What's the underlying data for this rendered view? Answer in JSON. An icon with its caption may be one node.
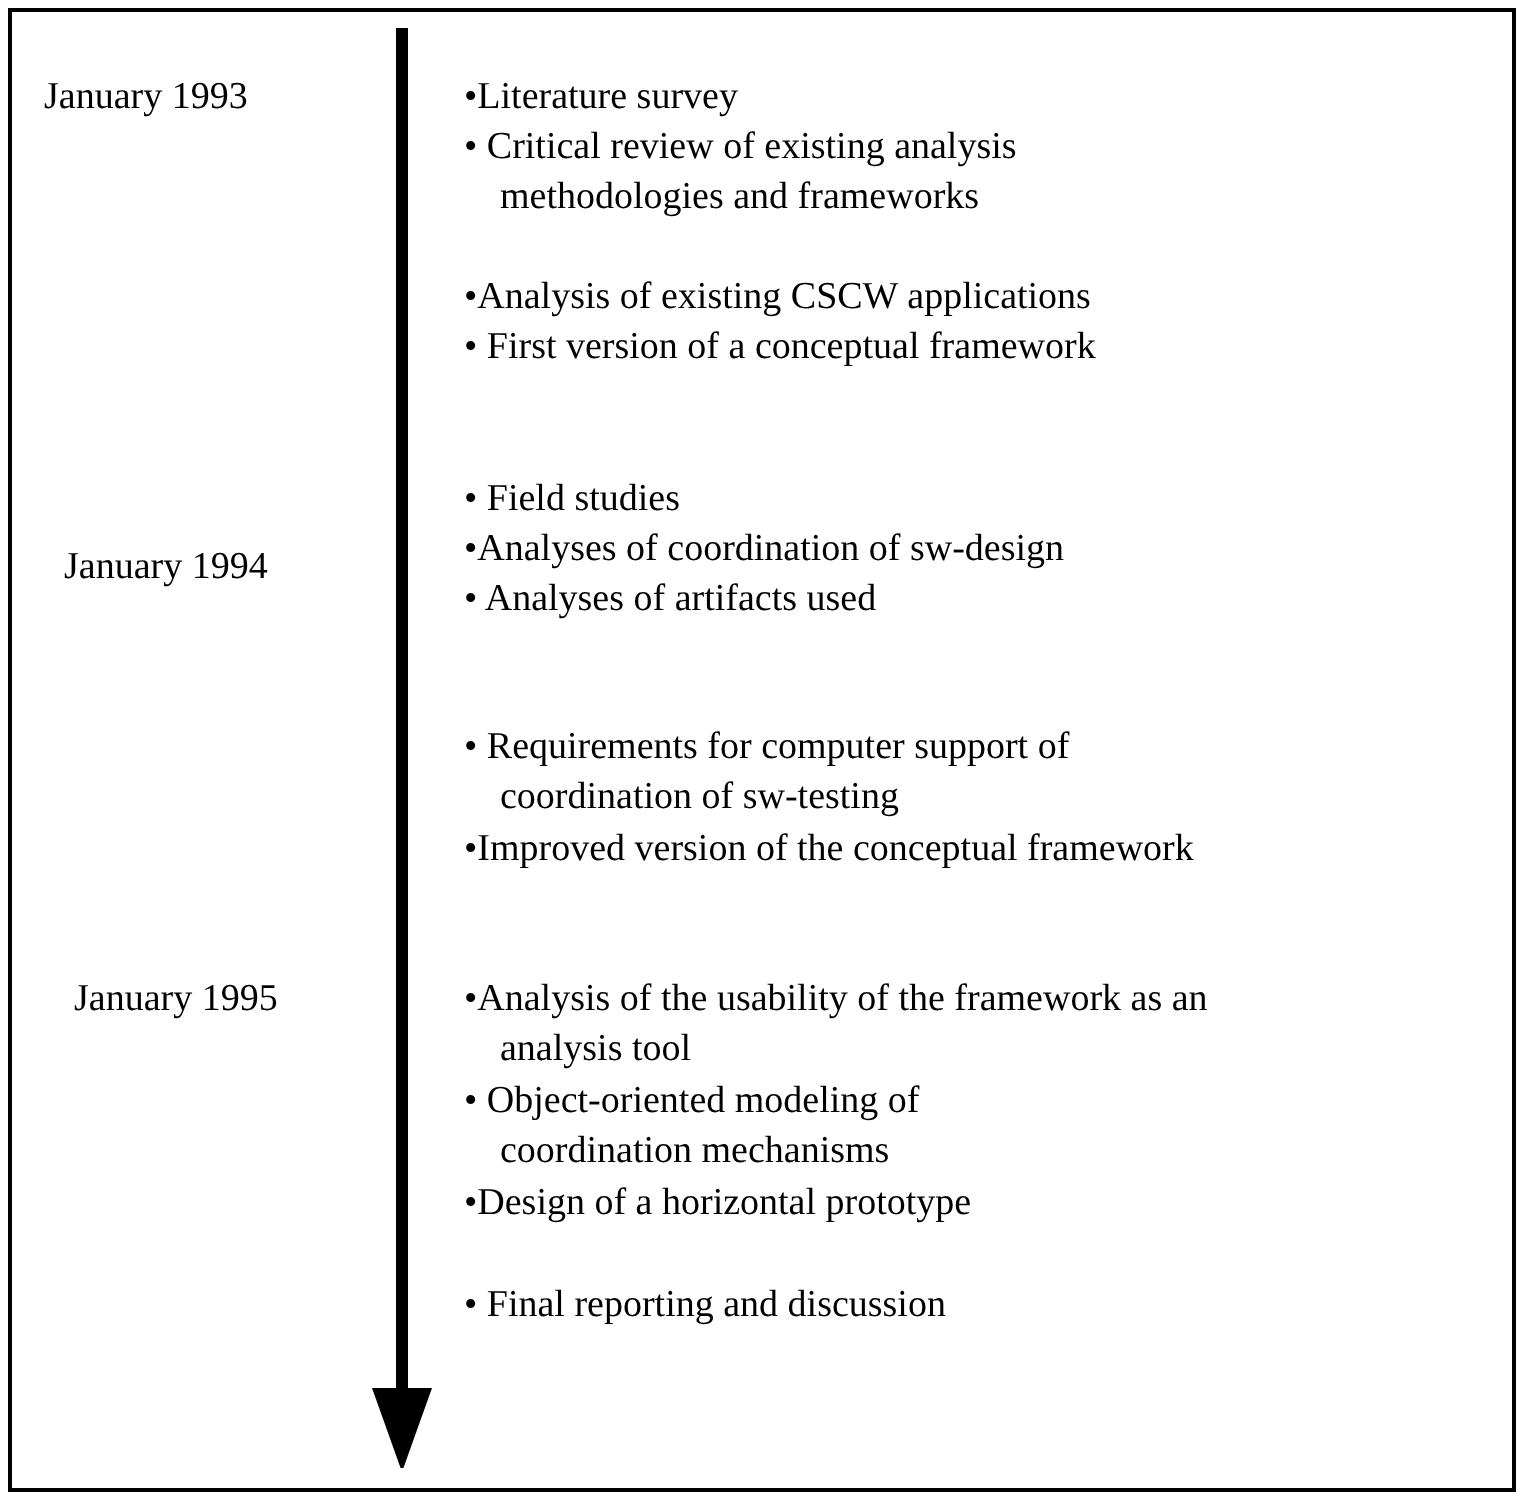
{
  "diagram": {
    "labels": [
      "January 1993",
      "•Literature survey",
      "• Critical review of existing analysis methodologies and frameworks",
      "•Analysis of existing CSCW applications",
      "• First version of a conceptual framework",
      "January 1994",
      "• Field studies",
      "•Analyses of coordination of sw-design",
      "• Analyses of artifacts used",
      "• Requirements for computer support of coordination of sw-testing",
      "•Improved version of the conceptual framework",
      "January 1995",
      "•Analysis of the usability of the framework as an analysis tool",
      "• Object-oriented modeling of coordination mechanisms",
      "•Design of a horizontal prototype",
      "• Final reporting and discussion"
    ]
  }
}
